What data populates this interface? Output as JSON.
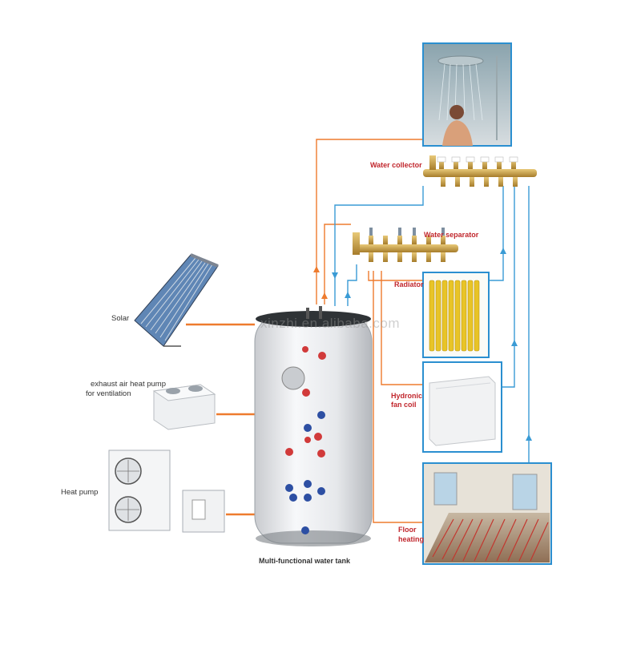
{
  "labels": {
    "solar": "Solar",
    "exhaust_line1": "exhaust air heat pump",
    "exhaust_line2": "for ventilation",
    "heat_pump": "Heat pump",
    "tank": "Multi-functional water tank",
    "water_collector": "Water collector",
    "water_separator": "Water separator",
    "radiator": "Radiator",
    "fan_coil_line1": "Hydronic",
    "fan_coil_line2": "fan coil",
    "floor_line1": "Floor",
    "floor_line2": "heating"
  },
  "watermark": "xinzhi.en.alibaba.com",
  "colors": {
    "hot_pipe": "#ee7b2e",
    "cold_pipe": "#3a9bd5",
    "frame": "#2b8fd0",
    "label_red": "#c1272d",
    "brass": "#c9a24a"
  }
}
